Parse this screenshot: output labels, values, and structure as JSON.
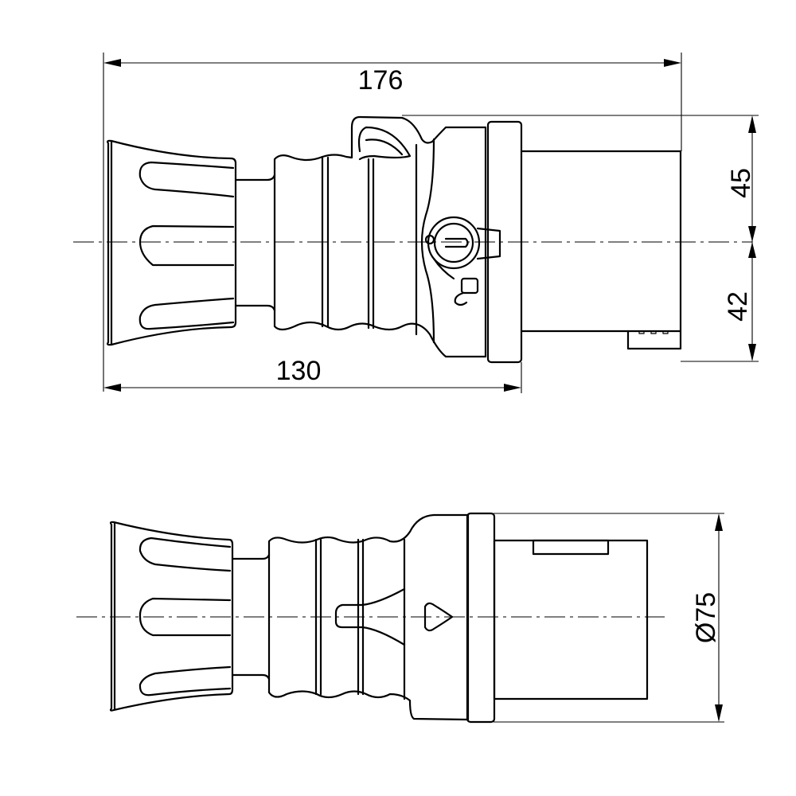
{
  "drawing": {
    "subject": "Industrial plug technical drawing",
    "views": [
      {
        "name": "side-view",
        "label": ""
      },
      {
        "name": "top-view",
        "label": ""
      }
    ],
    "line_color": "#000000",
    "centerline_color": "#555555",
    "background": "#ffffff"
  },
  "dimensions": {
    "overall_length": "176",
    "body_length": "130",
    "upper_height": "45",
    "lower_height": "42",
    "diameter": "Ø75"
  }
}
